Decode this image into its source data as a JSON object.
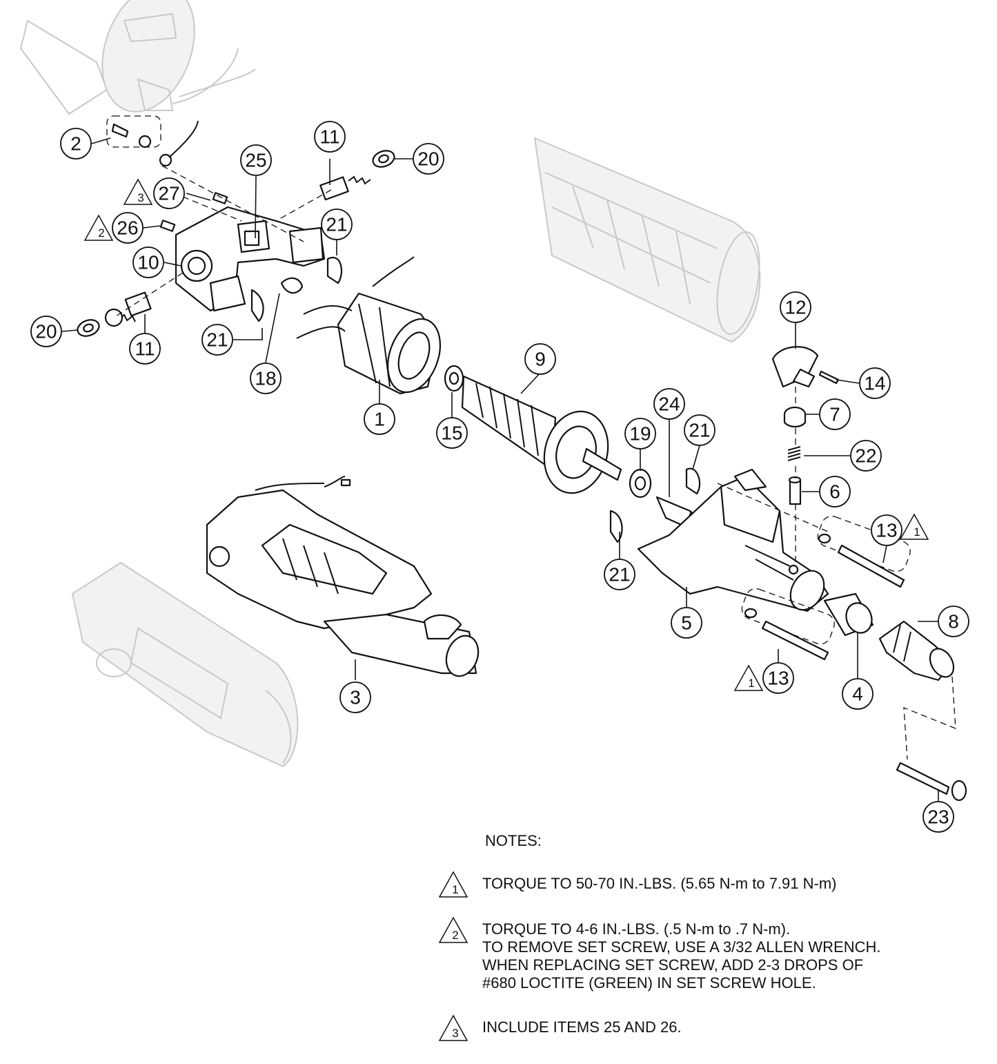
{
  "callouts": {
    "c1": "1",
    "c2": "2",
    "c3": "3",
    "c4": "4",
    "c5": "5",
    "c6": "6",
    "c7": "7",
    "c8": "8",
    "c9": "9",
    "c10": "10",
    "c11a": "11",
    "c11b": "11",
    "c12": "12",
    "c13a": "13",
    "c13b": "13",
    "c14": "14",
    "c15": "15",
    "c18": "18",
    "c19": "19",
    "c20a": "20",
    "c20b": "20",
    "c21a": "21",
    "c21b": "21",
    "c21c": "21",
    "c21d": "21",
    "c22": "22",
    "c23": "23",
    "c24": "24",
    "c25": "25",
    "c26": "26",
    "c27": "27"
  },
  "warning_marks": {
    "w27": "3",
    "w26": "2",
    "w13a": "1",
    "w13b": "1"
  },
  "notes": {
    "title": "NOTES:",
    "items": [
      {
        "mark": "1",
        "lines": [
          "TORQUE TO 50-70 IN.-LBS. (5.65 N-m to 7.91 N-m)"
        ]
      },
      {
        "mark": "2",
        "lines": [
          "TORQUE TO 4-6 IN.-LBS. (.5 N-m to .7 N-m).",
          "TO REMOVE SET SCREW, USE A 3/32 ALLEN WRENCH.",
          "WHEN REPLACING SET SCREW, ADD 2-3 DROPS OF",
          "#680 LOCTITE (GREEN) IN SET SCREW HOLE."
        ]
      },
      {
        "mark": "3",
        "lines": [
          "INCLUDE ITEMS 25 AND 26."
        ]
      }
    ]
  }
}
